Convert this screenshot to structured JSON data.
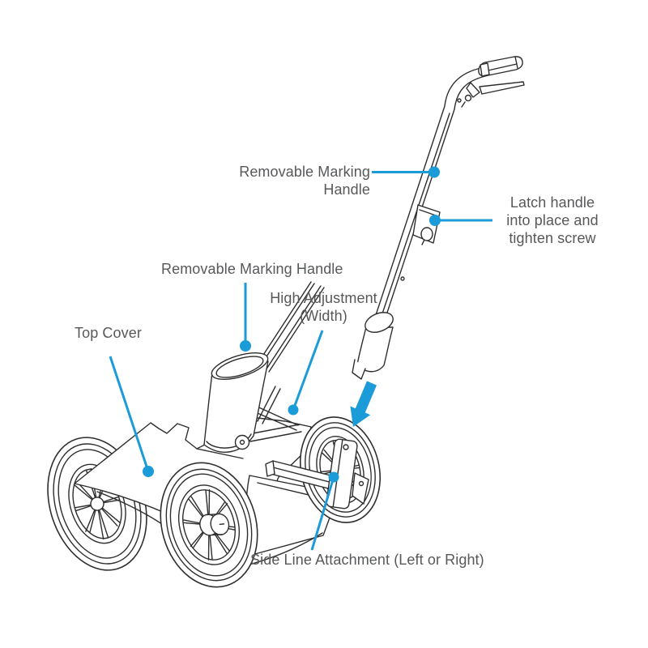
{
  "diagram": {
    "kind": "exploded-parts-diagram",
    "subject": "walk-behind line marking machine with removable marking handle",
    "background": "#ffffff"
  },
  "colors": {
    "callout_blue": "#1b9bd8",
    "label_gray": "#57585a",
    "line_art": "#2e2e2e"
  },
  "labels": {
    "removable_handle_top": "Removable Marking Handle",
    "latch": {
      "line1": "Latch handle",
      "line2": "into place and",
      "line3": "tighten screw"
    },
    "removable_handle_socket": "Removable Marking Handle",
    "high_adjustment": {
      "line1": "High Adjustment",
      "line2": "(Width)"
    },
    "top_cover": "Top Cover",
    "side_line_attachment": "Side Line Attachment (Left or Right)"
  },
  "icons": {
    "insert_arrow": "down-left-arrow-icon"
  }
}
